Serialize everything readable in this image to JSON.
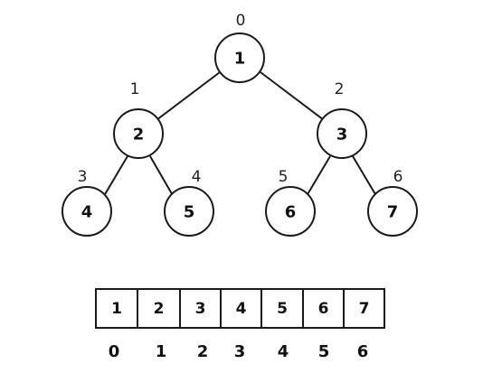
{
  "tree": {
    "nodes": [
      {
        "value": "1",
        "index": "0"
      },
      {
        "value": "2",
        "index": "1"
      },
      {
        "value": "3",
        "index": "2"
      },
      {
        "value": "4",
        "index": "3"
      },
      {
        "value": "5",
        "index": "4"
      },
      {
        "value": "6",
        "index": "5"
      },
      {
        "value": "7",
        "index": "6"
      }
    ]
  },
  "array": {
    "cells": [
      "1",
      "2",
      "3",
      "4",
      "5",
      "6",
      "7"
    ],
    "indices": [
      "0",
      "1",
      "2",
      "3",
      "4",
      "5",
      "6"
    ]
  },
  "colors": {
    "stroke": "#1a1a1a",
    "text": "#111111",
    "background": "#ffffff"
  }
}
